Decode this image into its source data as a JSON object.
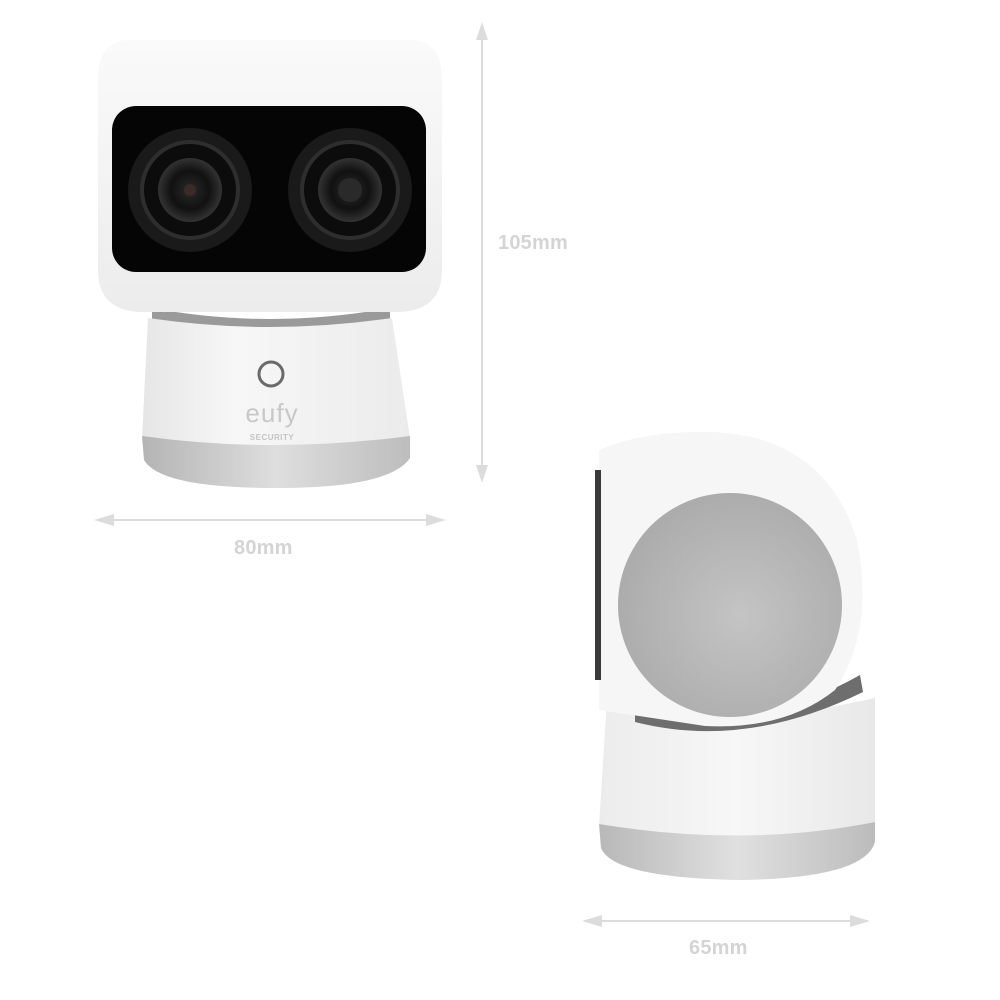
{
  "dimensions": {
    "height_label": "105mm",
    "width_label": "80mm",
    "depth_label": "65mm"
  },
  "product": {
    "brand": "eufy",
    "brand_sub": "SECURITY",
    "views": [
      "front-view",
      "side-view"
    ]
  },
  "colors": {
    "body": "#f4f4f4",
    "lens_panel": "#0a0a0a",
    "metal_ring": "#c8c8c8",
    "dimension_line": "#dcdcdc",
    "dimension_text": "#d4d4d4"
  }
}
